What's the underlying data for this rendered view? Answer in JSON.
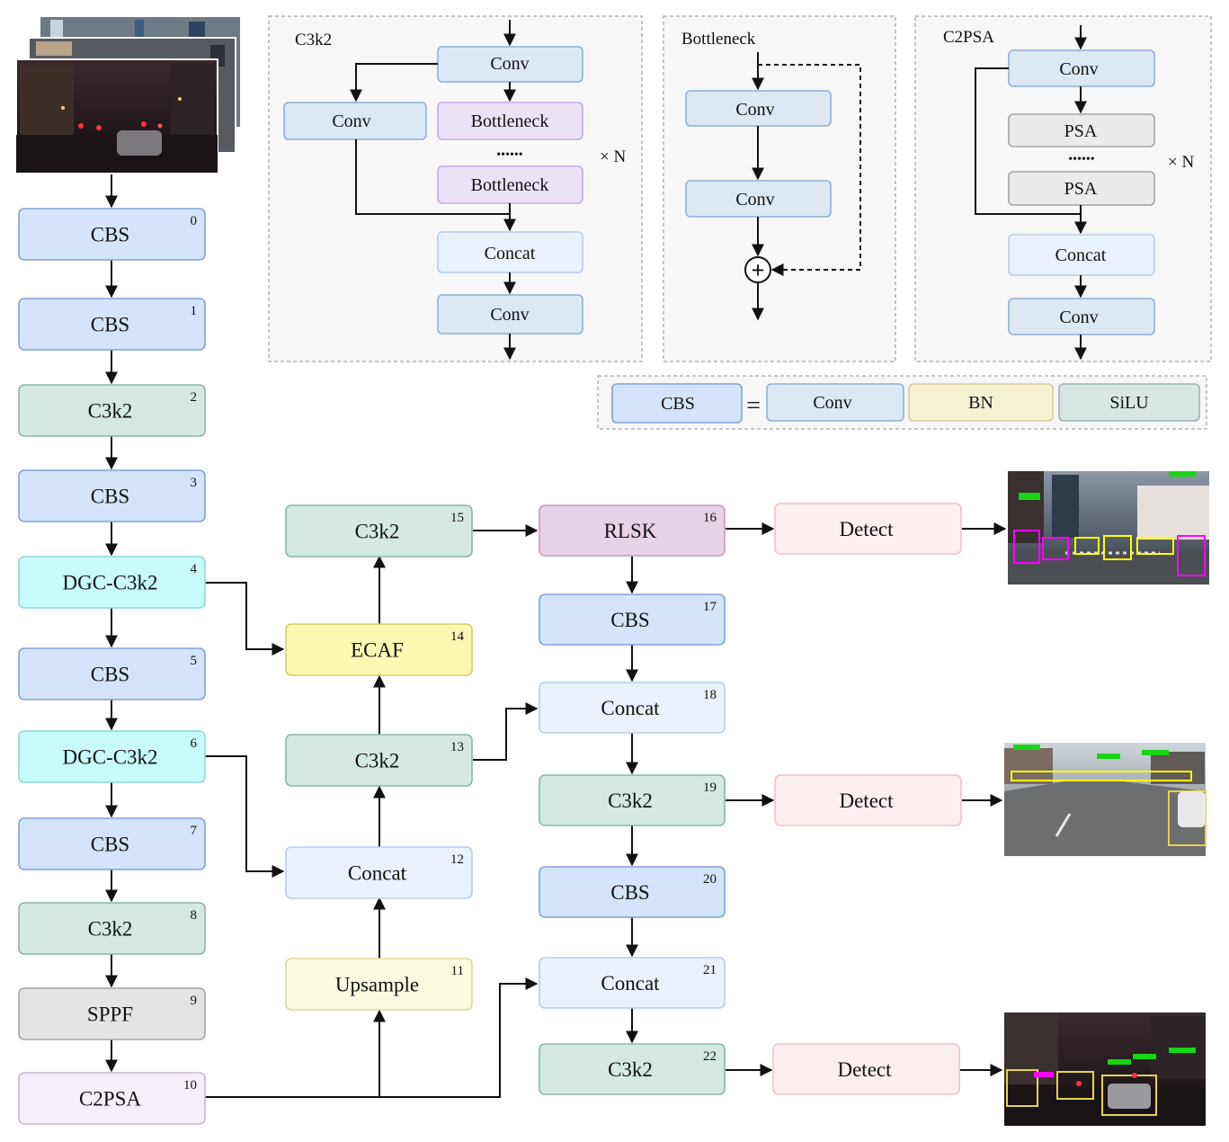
{
  "colors": {
    "cbs": "#d4e4fa",
    "c3k2": "#d3e9e2",
    "dgc": "#c8fbfb",
    "sppf": "#e4e4e4",
    "c2psa": "#f6eef8",
    "ecaf": "#fbf8b4",
    "upsample": "#fbfbe0",
    "concat": "#eaf2fd",
    "rlsk": "#e8d2e6",
    "detect": "#fdeef0",
    "conv": "#dde8f5",
    "bottleneck": "#ece2f8",
    "psa": "#ebebeb",
    "bn": "#f6f2d4",
    "silu": "#d9e6e4"
  },
  "backbone": [
    {
      "id": 0,
      "label": "CBS"
    },
    {
      "id": 1,
      "label": "CBS"
    },
    {
      "id": 2,
      "label": "C3k2"
    },
    {
      "id": 3,
      "label": "CBS"
    },
    {
      "id": 4,
      "label": "DGC-C3k2"
    },
    {
      "id": 5,
      "label": "CBS"
    },
    {
      "id": 6,
      "label": "DGC-C3k2"
    },
    {
      "id": 7,
      "label": "CBS"
    },
    {
      "id": 8,
      "label": "C3k2"
    },
    {
      "id": 9,
      "label": "SPPF"
    },
    {
      "id": 10,
      "label": "C2PSA"
    }
  ],
  "neck_mid": [
    {
      "id": 11,
      "label": "Upsample"
    },
    {
      "id": 12,
      "label": "Concat"
    },
    {
      "id": 13,
      "label": "C3k2"
    },
    {
      "id": 14,
      "label": "ECAF"
    },
    {
      "id": 15,
      "label": "C3k2"
    }
  ],
  "neck_right": [
    {
      "id": 16,
      "label": "RLSK"
    },
    {
      "id": 17,
      "label": "CBS"
    },
    {
      "id": 18,
      "label": "Concat"
    },
    {
      "id": 19,
      "label": "C3k2"
    },
    {
      "id": 20,
      "label": "CBS"
    },
    {
      "id": 21,
      "label": "Concat"
    },
    {
      "id": 22,
      "label": "C3k2"
    }
  ],
  "heads": [
    "Detect",
    "Detect",
    "Detect"
  ],
  "c3k2_panel": {
    "title": "C3k2",
    "conv_top": "Conv",
    "conv_side": "Conv",
    "bottleneck_1": "Bottleneck",
    "dots": "••••••",
    "bottleneck_2": "Bottleneck",
    "repeat": "× N",
    "concat": "Concat",
    "conv_bottom": "Conv"
  },
  "bottleneck_panel": {
    "title": "Bottleneck",
    "conv_1": "Conv",
    "conv_2": "Conv",
    "add_symbol": "+"
  },
  "c2psa_panel": {
    "title": "C2PSA",
    "conv_top": "Conv",
    "psa_1": "PSA",
    "dots": "••••••",
    "psa_2": "PSA",
    "repeat": "× N",
    "concat": "Concat",
    "conv_bottom": "Conv"
  },
  "legend": {
    "cbs": "CBS",
    "equals": "=",
    "conv": "Conv",
    "bn": "BN",
    "silu": "SiLU"
  }
}
